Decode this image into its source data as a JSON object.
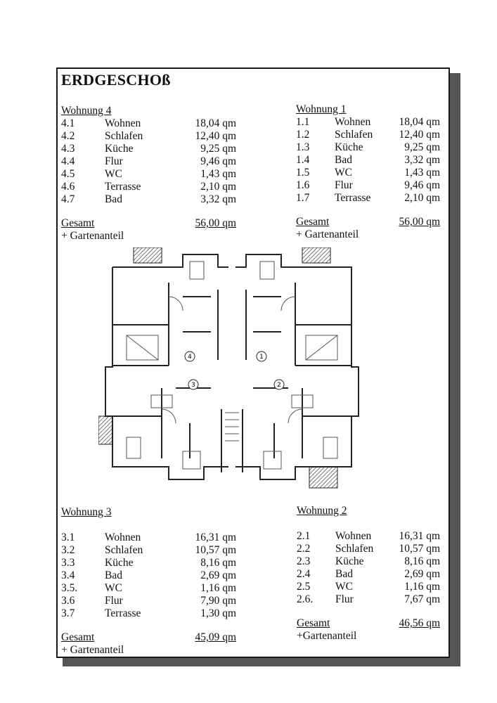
{
  "title": "ERDGESCHOß",
  "apartments": [
    {
      "heading": "Wohnung 4",
      "rooms": [
        {
          "num": "4.1",
          "room": "Wohnen",
          "area": "18,04 qm"
        },
        {
          "num": "4.2",
          "room": "Schlafen",
          "area": "12,40 qm"
        },
        {
          "num": "4.3",
          "room": "Küche",
          "area": "9,25 qm"
        },
        {
          "num": "4.4",
          "room": "Flur",
          "area": "9,46 qm"
        },
        {
          "num": "4.5",
          "room": "WC",
          "area": "1,43 qm"
        },
        {
          "num": "4.6",
          "room": "Terrasse",
          "area": "2,10 qm"
        },
        {
          "num": "4.7",
          "room": "Bad",
          "area": "3,32 qm"
        }
      ],
      "total_label": "Gesamt",
      "total": "56,00 qm",
      "extra": "+ Gartenanteil"
    },
    {
      "heading": "Wohnung 1",
      "rooms": [
        {
          "num": "1.1",
          "room": "Wohnen",
          "area": "18,04 qm"
        },
        {
          "num": "1.2",
          "room": "Schlafen",
          "area": "12,40 qm"
        },
        {
          "num": "1.3",
          "room": "Küche",
          "area": "9,25 qm"
        },
        {
          "num": "1.4",
          "room": "Bad",
          "area": "3,32 qm"
        },
        {
          "num": "1.5",
          "room": "WC",
          "area": "1,43 qm"
        },
        {
          "num": "1.6",
          "room": "Flur",
          "area": "9,46 qm"
        },
        {
          "num": "1.7",
          "room": "Terrasse",
          "area": "2,10 qm"
        }
      ],
      "total_label": "Gesamt",
      "total": "56,00 qm",
      "extra": "+ Gartenanteil"
    },
    {
      "heading": "Wohnung 3",
      "rooms": [
        {
          "num": "3.1",
          "room": "Wohnen",
          "area": "16,31 qm"
        },
        {
          "num": "3.2",
          "room": "Schlafen",
          "area": "10,57 qm"
        },
        {
          "num": "3.3",
          "room": "Küche",
          "area": "8,16 qm"
        },
        {
          "num": "3.4",
          "room": "Bad",
          "area": "2,69 qm"
        },
        {
          "num": "3.5.",
          "room": "WC",
          "area": "1,16 qm"
        },
        {
          "num": "3.6",
          "room": "Flur",
          "area": "7,90 qm"
        },
        {
          "num": "3.7",
          "room": "Terrasse",
          "area": "1,30 qm"
        }
      ],
      "total_label": "Gesamt",
      "total": "45,09 qm",
      "extra": "+ Gartenanteil"
    },
    {
      "heading": "Wohnung 2",
      "rooms": [
        {
          "num": "2.1",
          "room": "Wohnen",
          "area": "16,31 qm"
        },
        {
          "num": "2.2",
          "room": "Schlafen",
          "area": "10,57 qm"
        },
        {
          "num": "2.3",
          "room": "Küche",
          "area": "8,16 qm"
        },
        {
          "num": "2.4",
          "room": "Bad",
          "area": "2,69 qm"
        },
        {
          "num": "2.5",
          "room": "WC",
          "area": "1,16 qm"
        },
        {
          "num": "2.6.",
          "room": "Flur",
          "area": "7,67 qm"
        }
      ],
      "total_label": "Gesamt",
      "total": "46,56 qm",
      "extra": "+Gartenanteil"
    }
  ],
  "plan": {
    "unit_markers": [
      "4",
      "1",
      "3",
      "2"
    ]
  }
}
